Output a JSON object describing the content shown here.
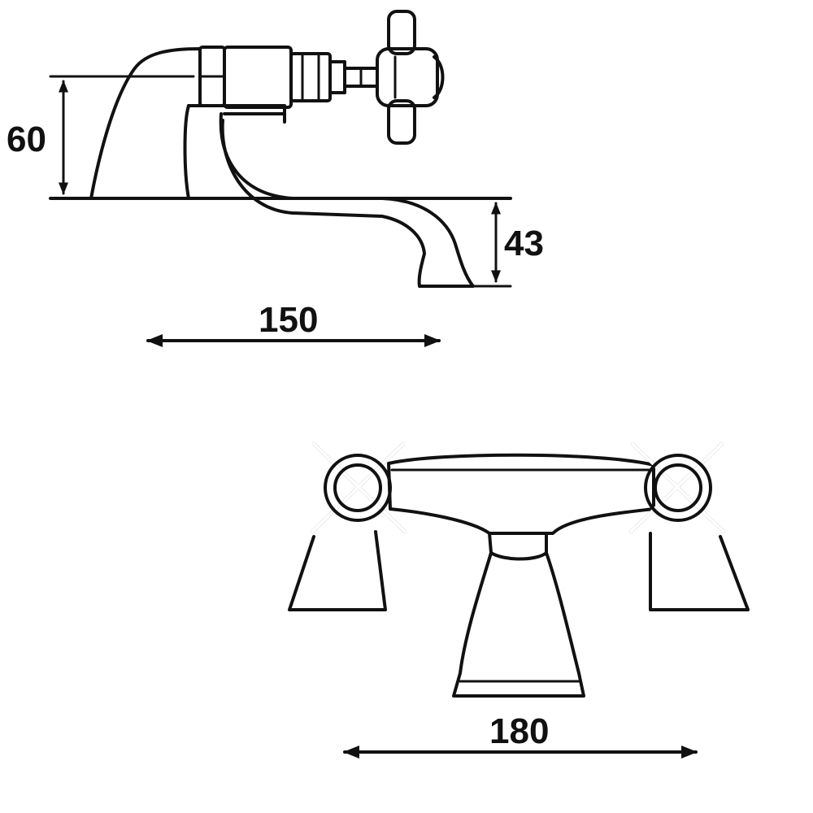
{
  "dimensions": {
    "height_total": "60",
    "spout_drop": "43",
    "side_length": "150",
    "front_width": "180"
  },
  "colors": {
    "line": "#111111",
    "background": "#ffffff"
  }
}
